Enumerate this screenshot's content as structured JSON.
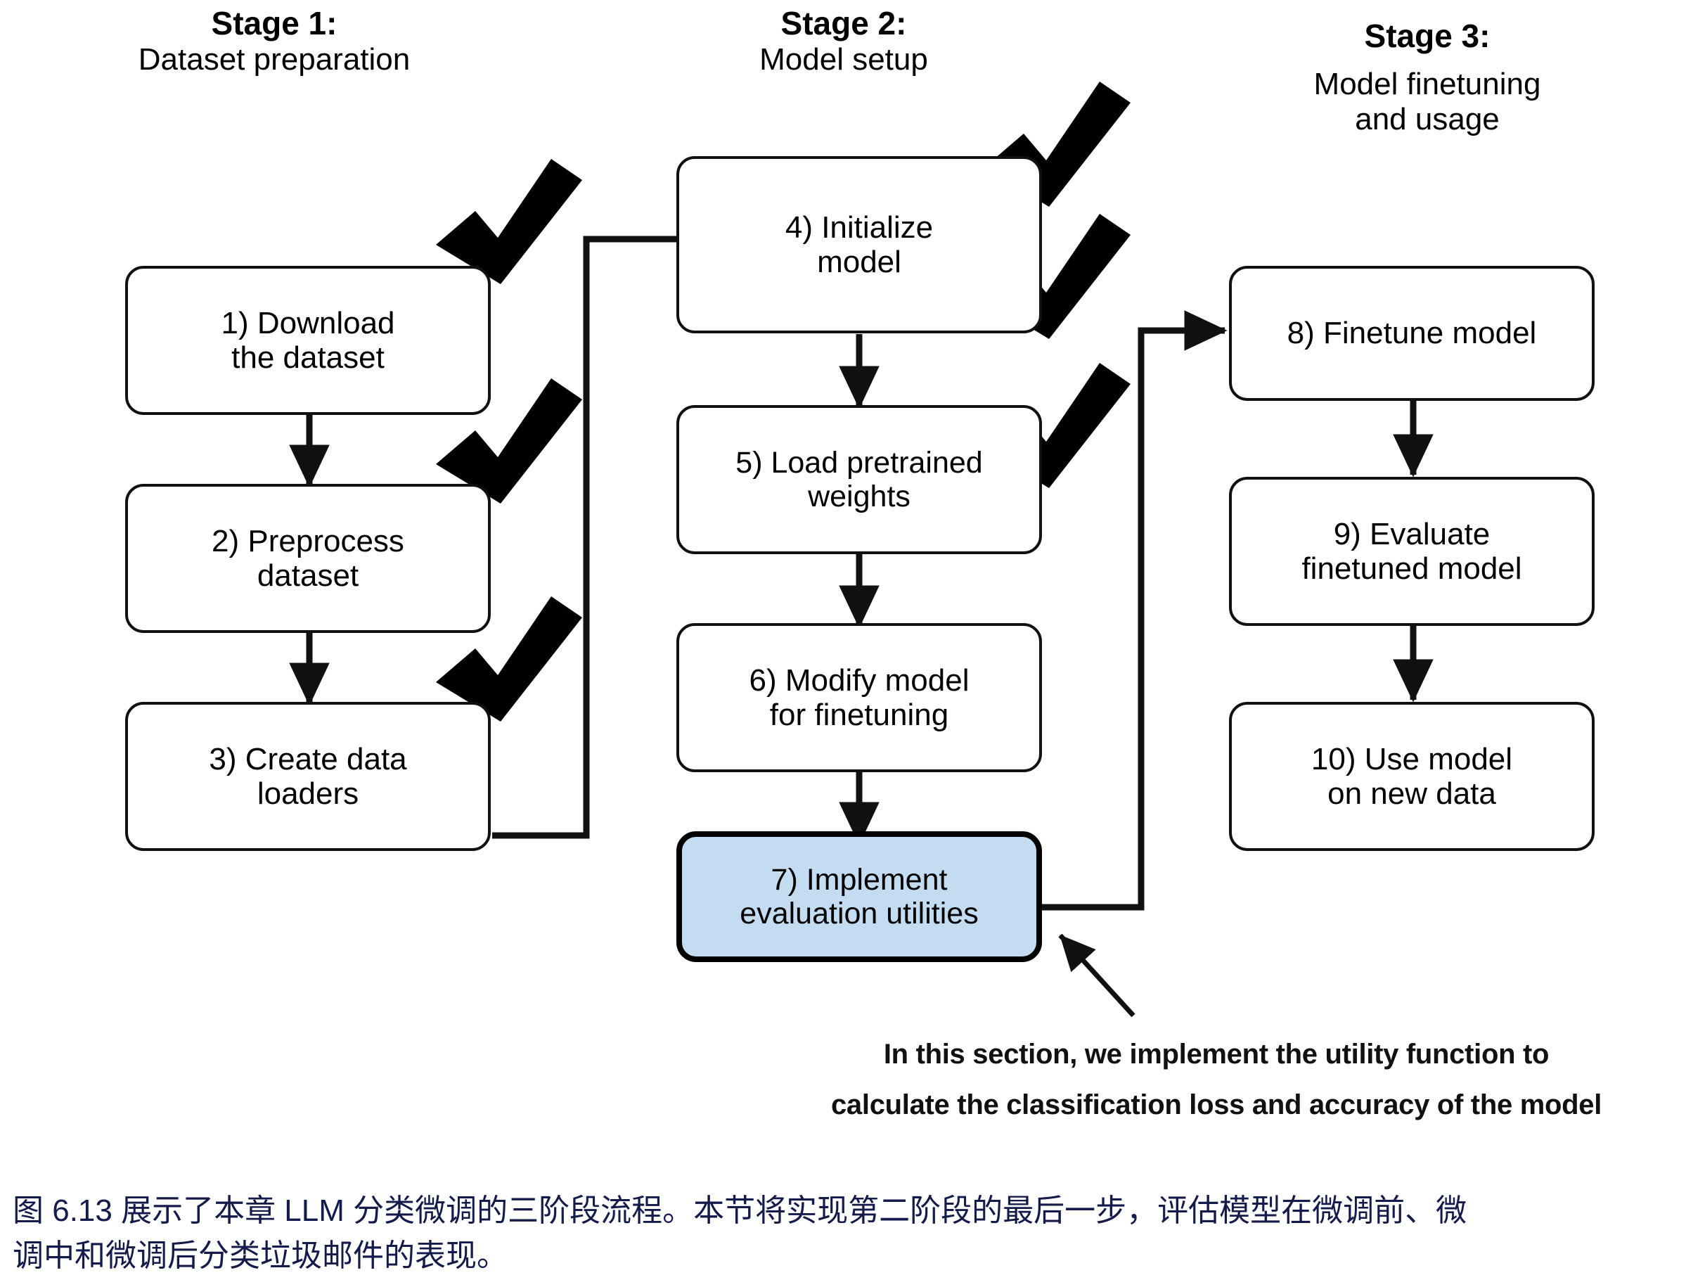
{
  "figure": {
    "stages": [
      {
        "id": "stage-1",
        "title": "Stage 1:",
        "subtitle": "Dataset preparation"
      },
      {
        "id": "stage-2",
        "title": "Stage 2:",
        "subtitle": "Model setup"
      },
      {
        "id": "stage-3",
        "title": "Stage 3:",
        "subtitle": "Model finetuning\nand usage"
      }
    ],
    "nodes": [
      {
        "id": "node-1",
        "label": "1) Download\nthe dataset",
        "stage": 1,
        "checked": true,
        "highlighted": false
      },
      {
        "id": "node-2",
        "label": "2) Preprocess\ndataset",
        "stage": 1,
        "checked": true,
        "highlighted": false
      },
      {
        "id": "node-3",
        "label": "3) Create data\nloaders",
        "stage": 1,
        "checked": true,
        "highlighted": false
      },
      {
        "id": "node-4",
        "label": "4) Initialize\nmodel",
        "stage": 2,
        "checked": true,
        "highlighted": false
      },
      {
        "id": "node-5",
        "label": "5) Load pretrained\nweights",
        "stage": 2,
        "checked": true,
        "highlighted": false
      },
      {
        "id": "node-6",
        "label": "6) Modify model\nfor finetuning",
        "stage": 2,
        "checked": true,
        "highlighted": false
      },
      {
        "id": "node-7",
        "label": "7) Implement\nevaluation utilities",
        "stage": 2,
        "checked": false,
        "highlighted": true
      },
      {
        "id": "node-8",
        "label": "8) Finetune model",
        "stage": 3,
        "checked": false,
        "highlighted": false
      },
      {
        "id": "node-9",
        "label": "9) Evaluate\nfinetuned model",
        "stage": 3,
        "checked": false,
        "highlighted": false
      },
      {
        "id": "node-10",
        "label": "10) Use model\non new data",
        "stage": 3,
        "checked": false,
        "highlighted": false
      }
    ],
    "annotation": {
      "line1": "In this section, we implement the utility function to",
      "line2": "calculate the classification loss and accuracy of the model"
    },
    "chinese_caption": {
      "line1": "图 6.13 展示了本章 LLM 分类微调的三阶段流程。本节将实现第二阶段的最后一步，评估模型在微调前、微",
      "line2": "调中和微调后分类垃圾邮件的表现。"
    },
    "colors": {
      "highlight_fill": "#c3dcf2",
      "stroke": "#111111",
      "caption_text": "#141a4a",
      "background": "#ffffff"
    }
  }
}
